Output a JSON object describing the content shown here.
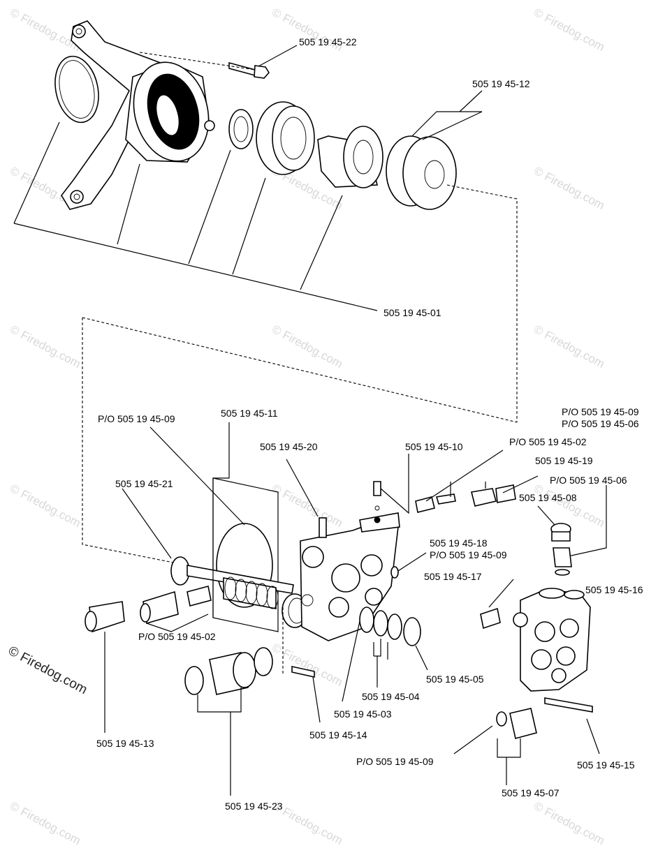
{
  "watermark": {
    "text": "Firedog.com",
    "symbol": "©",
    "color": "#d8d8d8"
  },
  "copyright": "© Firedog.com",
  "labels": {
    "l_22": "505 19 45-22",
    "l_12": "505 19 45-12",
    "l_01": "505 19 45-01",
    "l_po09_top_right": "P/O 505 19 45-09",
    "l_po06_top_right": "P/O 505 19 45-06",
    "l_po09_left": "P/O 505 19 45-09",
    "l_11": "505 19 45-11",
    "l_20": "505 19 45-20",
    "l_10": "505 19 45-10",
    "l_po02_top": "P/O 505 19 45-02",
    "l_19": "505 19 45-19",
    "l_21": "505 19 45-21",
    "l_po06": "P/O 505 19 45-06",
    "l_08": "505 19 45-08",
    "l_18": "505 19 45-18",
    "l_po09_mid": "P/O 505 19 45-09",
    "l_17": "505 19 45-17",
    "l_16": "505 19 45-16",
    "l_po02_bottom": "P/O 505 19 45-02",
    "l_05": "505 19 45-05",
    "l_04": "505 19 45-04",
    "l_03": "505 19 45-03",
    "l_14": "505 19 45-14",
    "l_13": "505 19 45-13",
    "l_po09_bottom": "P/O 505 19 45-09",
    "l_15": "505 19 45-15",
    "l_07": "505 19 45-07",
    "l_23": "505 19 45-23"
  }
}
